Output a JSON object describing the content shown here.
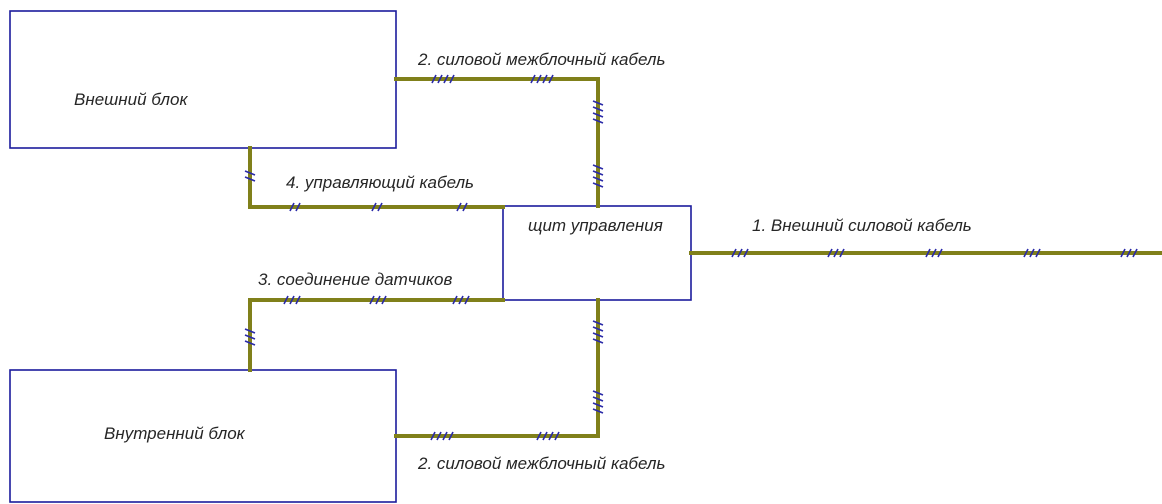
{
  "blocks": {
    "outdoor_unit": "Внешний блок",
    "indoor_unit": "Внутренний блок",
    "control_panel": "щит управления"
  },
  "cables": {
    "power_interunit_top": "2. силовой межблочный кабель",
    "control_cable": "4. управляющий кабель",
    "external_power": "1. Внешний силовой кабель",
    "sensor_connection": "3. соединение датчиков",
    "power_interunit_bottom": "2. силовой межблочный кабель"
  },
  "colors": {
    "box_border": "#1c1c9c",
    "wire": "#80801a",
    "wire_marks": "#2a2aa8",
    "text": "#262626"
  }
}
